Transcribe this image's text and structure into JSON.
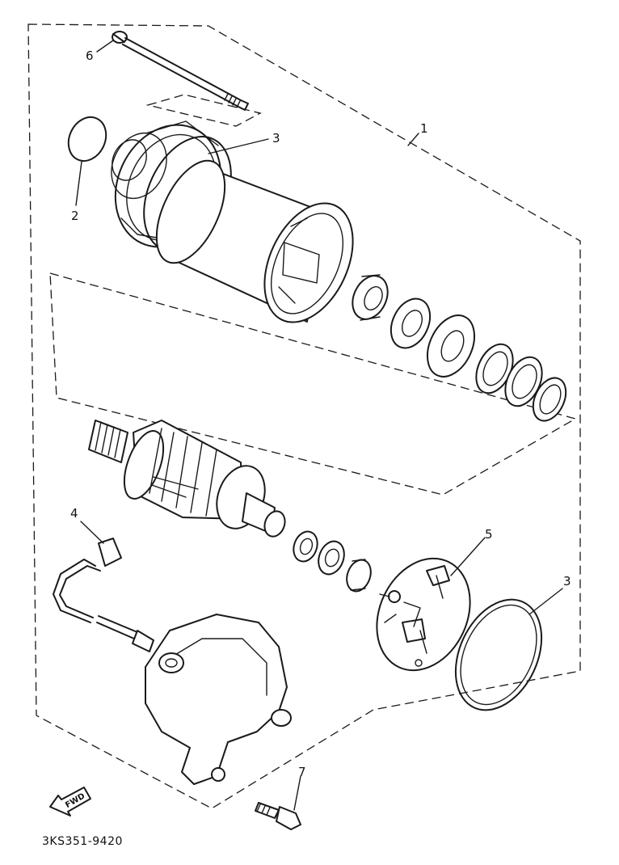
{
  "callouts": {
    "c1": "1",
    "c2": "2",
    "c3a": "3",
    "c3b": "3",
    "c4": "4",
    "c5": "5",
    "c6": "6",
    "c7": "7"
  },
  "fwd_label": "FWD",
  "part_code": "3KS351-9420",
  "colors": {
    "line": "#1a1a1a",
    "background": "#ffffff"
  }
}
